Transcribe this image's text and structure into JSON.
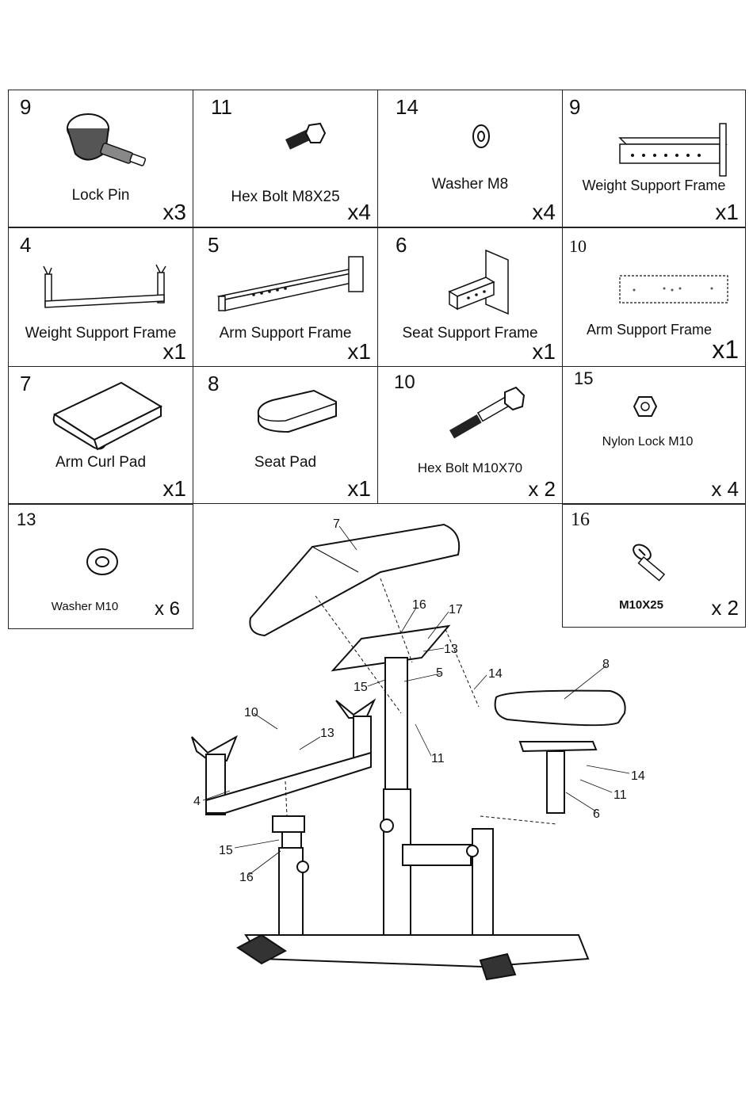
{
  "parts": [
    {
      "number": "9",
      "name": "Lock Pin",
      "qty": "x3",
      "icon": "lock-pin-icon"
    },
    {
      "number": "11",
      "name": "Hex Bolt M8X25",
      "qty": "x4",
      "icon": "hex-bolt-icon"
    },
    {
      "number": "14",
      "name": "Washer M8",
      "qty": "x4",
      "icon": "washer-icon"
    },
    {
      "number": "9",
      "name": "Weight Support Frame",
      "qty": "x1",
      "icon": "weight-support-frame-icon"
    },
    {
      "number": "4",
      "name": "Weight Support Frame",
      "qty": "x1",
      "icon": "weight-support-frame-icon"
    },
    {
      "number": "5",
      "name": "Arm Support Frame",
      "qty": "x1",
      "icon": "arm-support-frame-icon"
    },
    {
      "number": "6",
      "name": "Seat Support Frame",
      "qty": "x1",
      "icon": "seat-support-frame-icon"
    },
    {
      "number": "10",
      "name": "Arm Support Frame",
      "qty": "x1",
      "icon": "plate-icon"
    },
    {
      "number": "7",
      "name": "Arm Curl Pad",
      "qty": "x1",
      "icon": "arm-curl-pad-icon"
    },
    {
      "number": "8",
      "name": "Seat Pad",
      "qty": "x1",
      "icon": "seat-pad-icon"
    },
    {
      "number": "10",
      "name": "Hex Bolt M10X70",
      "qty": "x 2",
      "icon": "long-hex-bolt-icon"
    },
    {
      "number": "15",
      "name": "Nylon Lock M10",
      "qty": "x 4",
      "icon": "nylon-nut-icon"
    },
    {
      "number": "13",
      "name": "Washer M10",
      "qty": "x 6",
      "icon": "washer-icon"
    },
    {
      "number": "16",
      "name": "M10X25",
      "qty": "x 2",
      "icon": "countersunk-bolt-icon"
    }
  ],
  "diagram_labels": [
    "7",
    "16",
    "17",
    "13",
    "5",
    "14",
    "8",
    "15",
    "10",
    "13",
    "11",
    "4",
    "14",
    "11",
    "6",
    "15",
    "16"
  ]
}
